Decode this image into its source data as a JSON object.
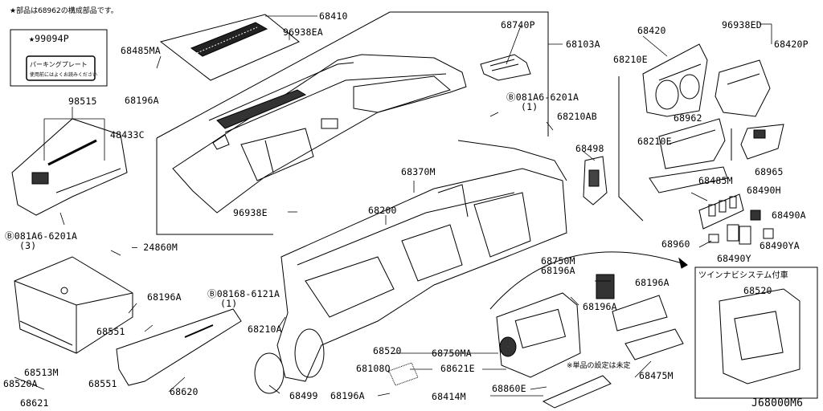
{
  "header_note": "★部品は68962の構成部品です。",
  "star_part": "★99094P",
  "plate_line1": "パーキングプレート",
  "plate_line2": "使用前にはよくお読みください",
  "navi_box_title": "ツインナビシステム付車",
  "stock_note": "※単品の設定は未定",
  "diagram_code": "J68000M6",
  "parts": {
    "p68410": "68410",
    "p96938EA": "96938EA",
    "p68485MA": "68485MA",
    "p68740P": "68740P",
    "p68103A": "68103A",
    "p68420": "68420",
    "p96938ED": "96938ED",
    "p68420P": "68420P",
    "p68210E_a": "68210E",
    "p68196A_1": "68196A",
    "p98515": "98515",
    "p48433C": "48433C",
    "p081A6_top": "081A6-6201A",
    "p081A6_top_q": "(1)",
    "p68210AB": "68210AB",
    "p68962": "68962",
    "p68210E_b": "68210E",
    "p68498": "68498",
    "p68965": "68965",
    "p68370M": "68370M",
    "p68485M": "68485M",
    "p68490H": "68490H",
    "p96938E": "96938E",
    "p68200": "68200",
    "p68490A": "68490A",
    "p081A6_left": "081A6-6201A",
    "p081A6_left_q": "(3)",
    "p24860M": "24860M",
    "p68960": "68960",
    "p68490YA": "68490YA",
    "p68490Y": "68490Y",
    "p68750M": "68750M",
    "p68196A_2": "68196A",
    "p68196A_3": "68196A",
    "p68196A_4": "68196A",
    "p08168": "08168-6121A",
    "p08168_q": "(1)",
    "p68196A_5": "68196A",
    "p68551_a": "68551",
    "p68210A": "68210A",
    "p68520_box": "68520",
    "p68513M": "68513M",
    "p68520A": "68520A",
    "p68551_b": "68551",
    "p68520": "68520",
    "p68750MA": "68750MA",
    "p68108Q": "68108Q",
    "p68621E": "68621E",
    "p68475M": "68475M",
    "p68620": "68620",
    "p68621": "68621",
    "p68499": "68499",
    "p68196A_6": "68196A",
    "p68414M": "68414M",
    "p68860E": "68860E"
  }
}
